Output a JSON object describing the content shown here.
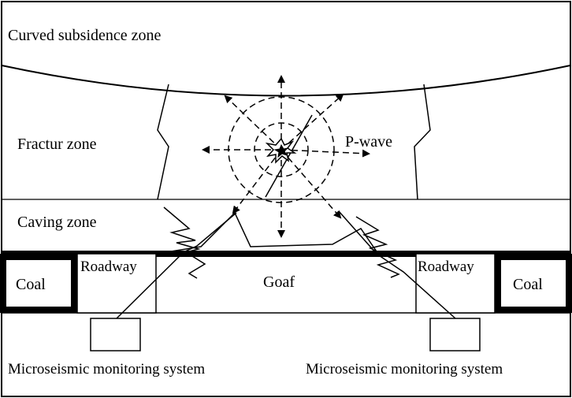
{
  "labels": {
    "curved_zone": "Curved subsidence zone",
    "fracture_zone": "Fractur zone",
    "caving_zone": "Caving zone",
    "p_wave": "P-wave",
    "roadway_left": "Roadway",
    "roadway_right": "Roadway",
    "coal_left": "Coal",
    "coal_right": "Coal",
    "goaf": "Goaf",
    "monitor_left": "Microseismic monitoring system",
    "monitor_right": "Microseismic monitoring system"
  },
  "colors": {
    "line": "#000000",
    "background": "#ffffff"
  }
}
